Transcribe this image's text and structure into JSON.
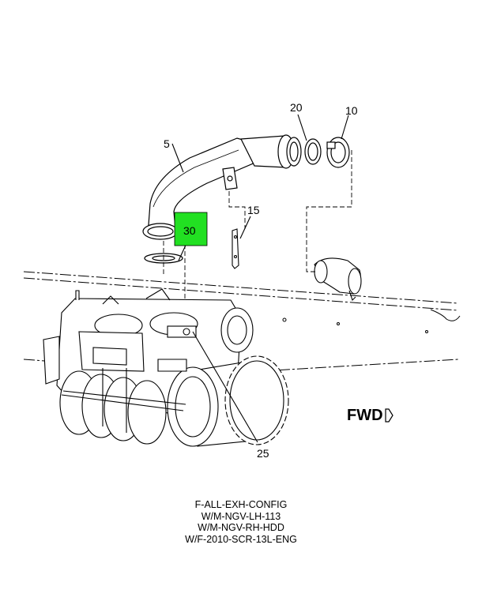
{
  "callouts": {
    "c20": "20",
    "c10": "10",
    "c5": "5",
    "c15": "15",
    "c30": "30",
    "c25": "25"
  },
  "highlight_color": "#22e022",
  "fwd": {
    "label": "FWD",
    "arrow_icon": "forward-arrow-icon"
  },
  "caption": {
    "lines": [
      "F-ALL-EXH-CONFIG",
      "W/M-NGV-LH-113",
      "W/M-NGV-RH-HDD",
      "W/F-2010-SCR-13L-ENG"
    ]
  }
}
